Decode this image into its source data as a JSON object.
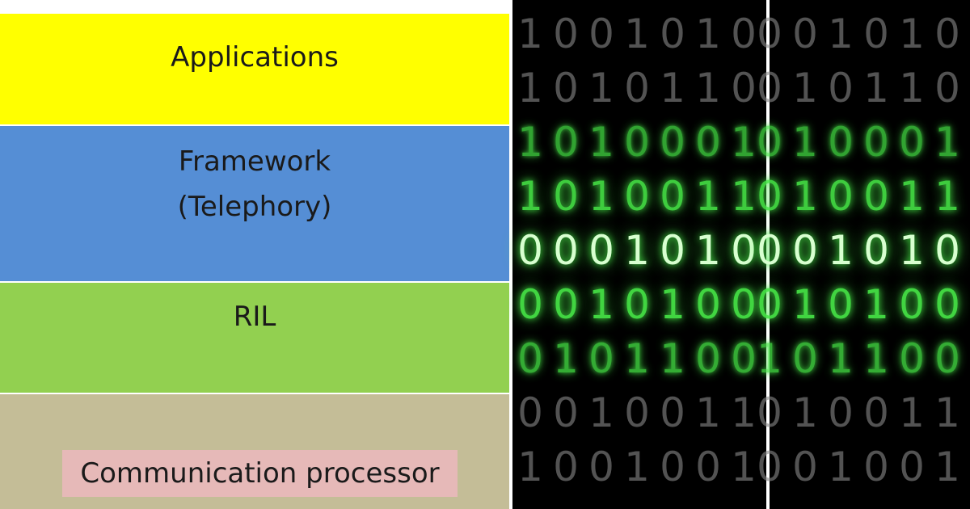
{
  "stack": {
    "layers": [
      {
        "key": "apps",
        "lines": [
          "Applications"
        ],
        "color": "#ffff00"
      },
      {
        "key": "fw",
        "lines": [
          "Framework",
          "(Telephory)"
        ],
        "color": "#558ed5"
      },
      {
        "key": "ril",
        "lines": [
          "RIL"
        ],
        "color": "#92d050"
      },
      {
        "key": "cp",
        "lines": [
          "Communication processor"
        ],
        "color": "#c4bd97",
        "label_bg": "#e6b9b8"
      }
    ]
  },
  "binary_panels": [
    {
      "key": "left",
      "rows": [
        "1001010",
        "1010110",
        "1010001",
        "1010011",
        "0001010",
        "0010100",
        "0101100",
        "0010011",
        "1001001"
      ]
    },
    {
      "key": "right",
      "rows": [
        "001010",
        "010110",
        "010001",
        "010011",
        "001010",
        "010100",
        "101100",
        "010011",
        "001001"
      ]
    }
  ],
  "colors": {
    "glow_green": "#46e646",
    "dim_digit": "#8a8a8a",
    "panel_bg": "#000000"
  }
}
